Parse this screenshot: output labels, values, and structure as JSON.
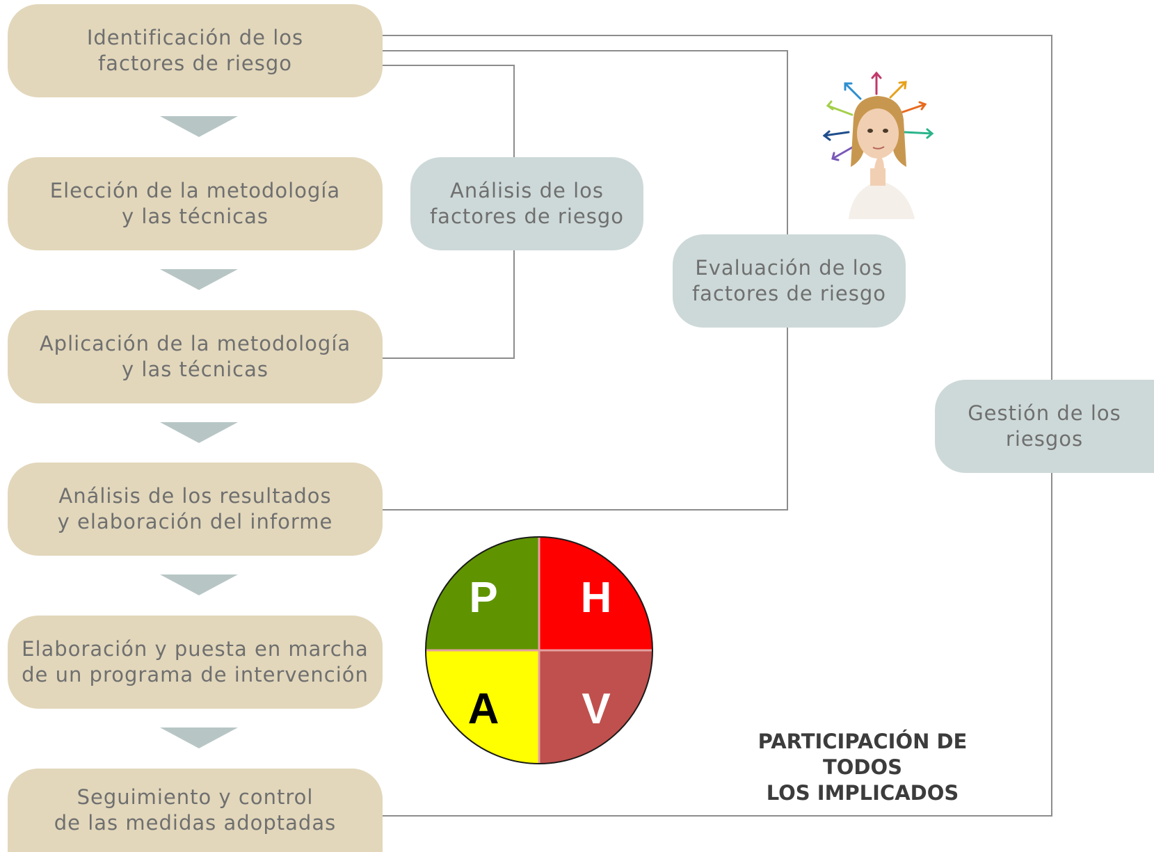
{
  "steps": [
    {
      "line1": "Identificación de los",
      "line2": "factores de riesgo"
    },
    {
      "line1": "Elección de la metodología",
      "line2": "y las técnicas"
    },
    {
      "line1": "Aplicación de la metodología",
      "line2": "y las técnicas"
    },
    {
      "line1": "Análisis de los resultados",
      "line2": "y elaboración del informe"
    },
    {
      "line1": "Elaboración y puesta en marcha",
      "line2": "de un programa de intervención"
    },
    {
      "line1": "Seguimiento y control",
      "line2": "de las medidas adoptadas"
    }
  ],
  "phases": {
    "analysis": {
      "line1": "Análisis de los",
      "line2": "factores de riesgo"
    },
    "evaluation": {
      "line1": "Evaluación de los",
      "line2": "factores de riesgo"
    },
    "management": {
      "line1": "Gestión de los",
      "line2": "riesgos"
    }
  },
  "participation": {
    "line1": "PARTICIPACIÓN DE TODOS",
    "line2": "LOS IMPLICADOS"
  },
  "phva": {
    "p": "P",
    "h": "H",
    "a": "A",
    "v": "V",
    "colors": {
      "p": "#5f9400",
      "h": "#ff0000",
      "a": "#ffff00",
      "v": "#c0504d"
    }
  },
  "colors": {
    "step_bg": "#e2d7bb",
    "phase_bg": "#cdd9d8",
    "arrow": "#b7c6c5",
    "connector": "#8c8c8c"
  }
}
